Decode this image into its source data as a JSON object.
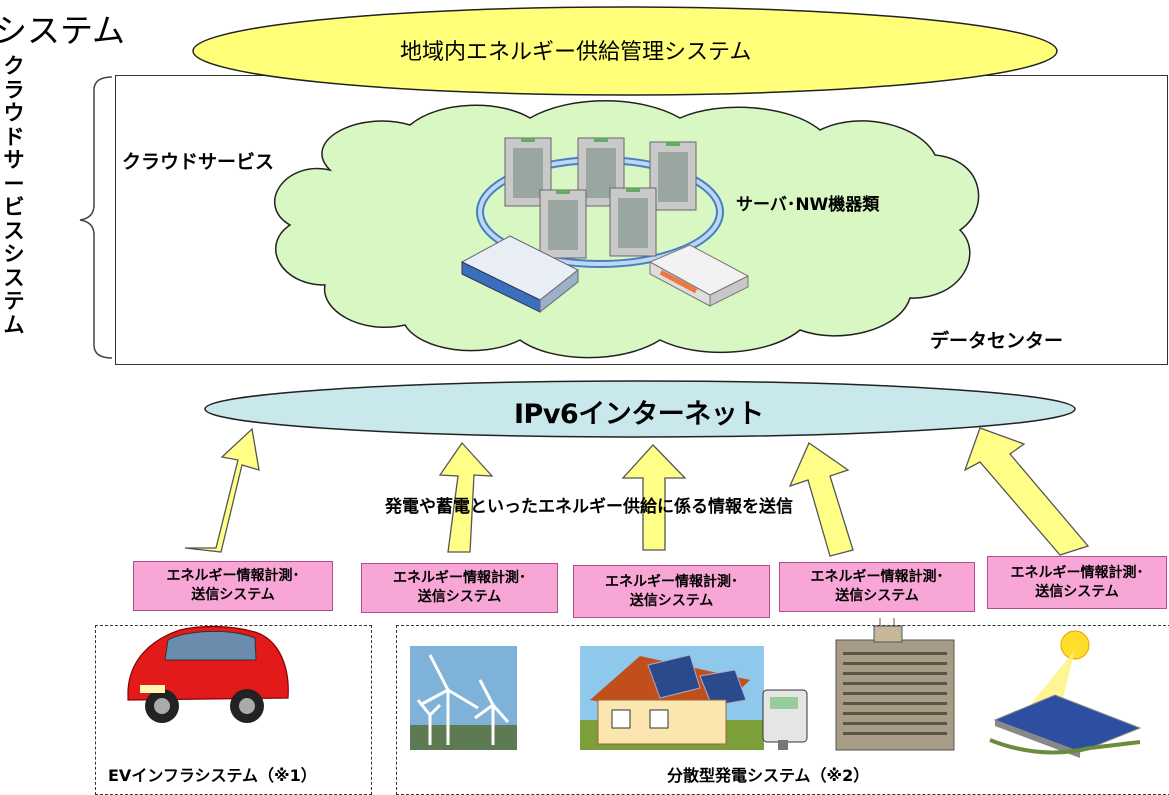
{
  "corner_title": "システム",
  "vertical_label": "クラウドサービスシステム",
  "top_ellipse_label": "地域内エネルギー供給管理システム",
  "cloud_label": "クラウドサービス",
  "servers_label": "サーバ･NW機器類",
  "datacenter_label": "データセンター",
  "internet_label": "IPv6インターネット",
  "transmit_label": "発電や蓄電といったエネルギー供給に係る情報を送信",
  "pink_boxes": [
    {
      "line1": "エネルギー情報計測･",
      "line2": "送信システム"
    },
    {
      "line1": "エネルギー情報計測･",
      "line2": "送信システム"
    },
    {
      "line1": "エネルギー情報計測･",
      "line2": "送信システム"
    },
    {
      "line1": "エネルギー情報計測･",
      "line2": "送信システム"
    },
    {
      "line1": "エネルギー情報計測･",
      "line2": "送信システム"
    }
  ],
  "ev_label": "EVインフラシステム（※1）",
  "distributed_label": "分散型発電システム（※2）",
  "colors": {
    "ellipse_yellow": "#ffff7a",
    "cloud_green": "#d9f7c2",
    "internet_blue": "#c8e8ec",
    "arrow_yellow": "#ffff88",
    "pink_box": "#f7a6d6"
  }
}
